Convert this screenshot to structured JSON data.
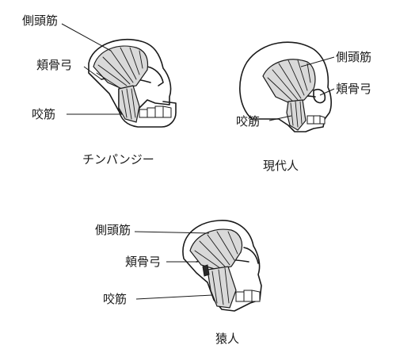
{
  "figures": [
    {
      "caption": "チンパンジー",
      "labels": {
        "temporalis": "側頭筋",
        "zygomatic_arch": "頬骨弓",
        "masseter": "咬筋"
      }
    },
    {
      "caption": "現代人",
      "labels": {
        "temporalis": "側頭筋",
        "zygomatic_arch": "頬骨弓",
        "masseter": "咬筋"
      }
    },
    {
      "caption": "猿人",
      "labels": {
        "temporalis": "側頭筋",
        "zygomatic_arch": "頬骨弓",
        "masseter": "咬筋"
      }
    }
  ],
  "colors": {
    "ink": "#1a1a1a",
    "muscle_fill": "#d9d9d9",
    "background": "#ffffff"
  }
}
